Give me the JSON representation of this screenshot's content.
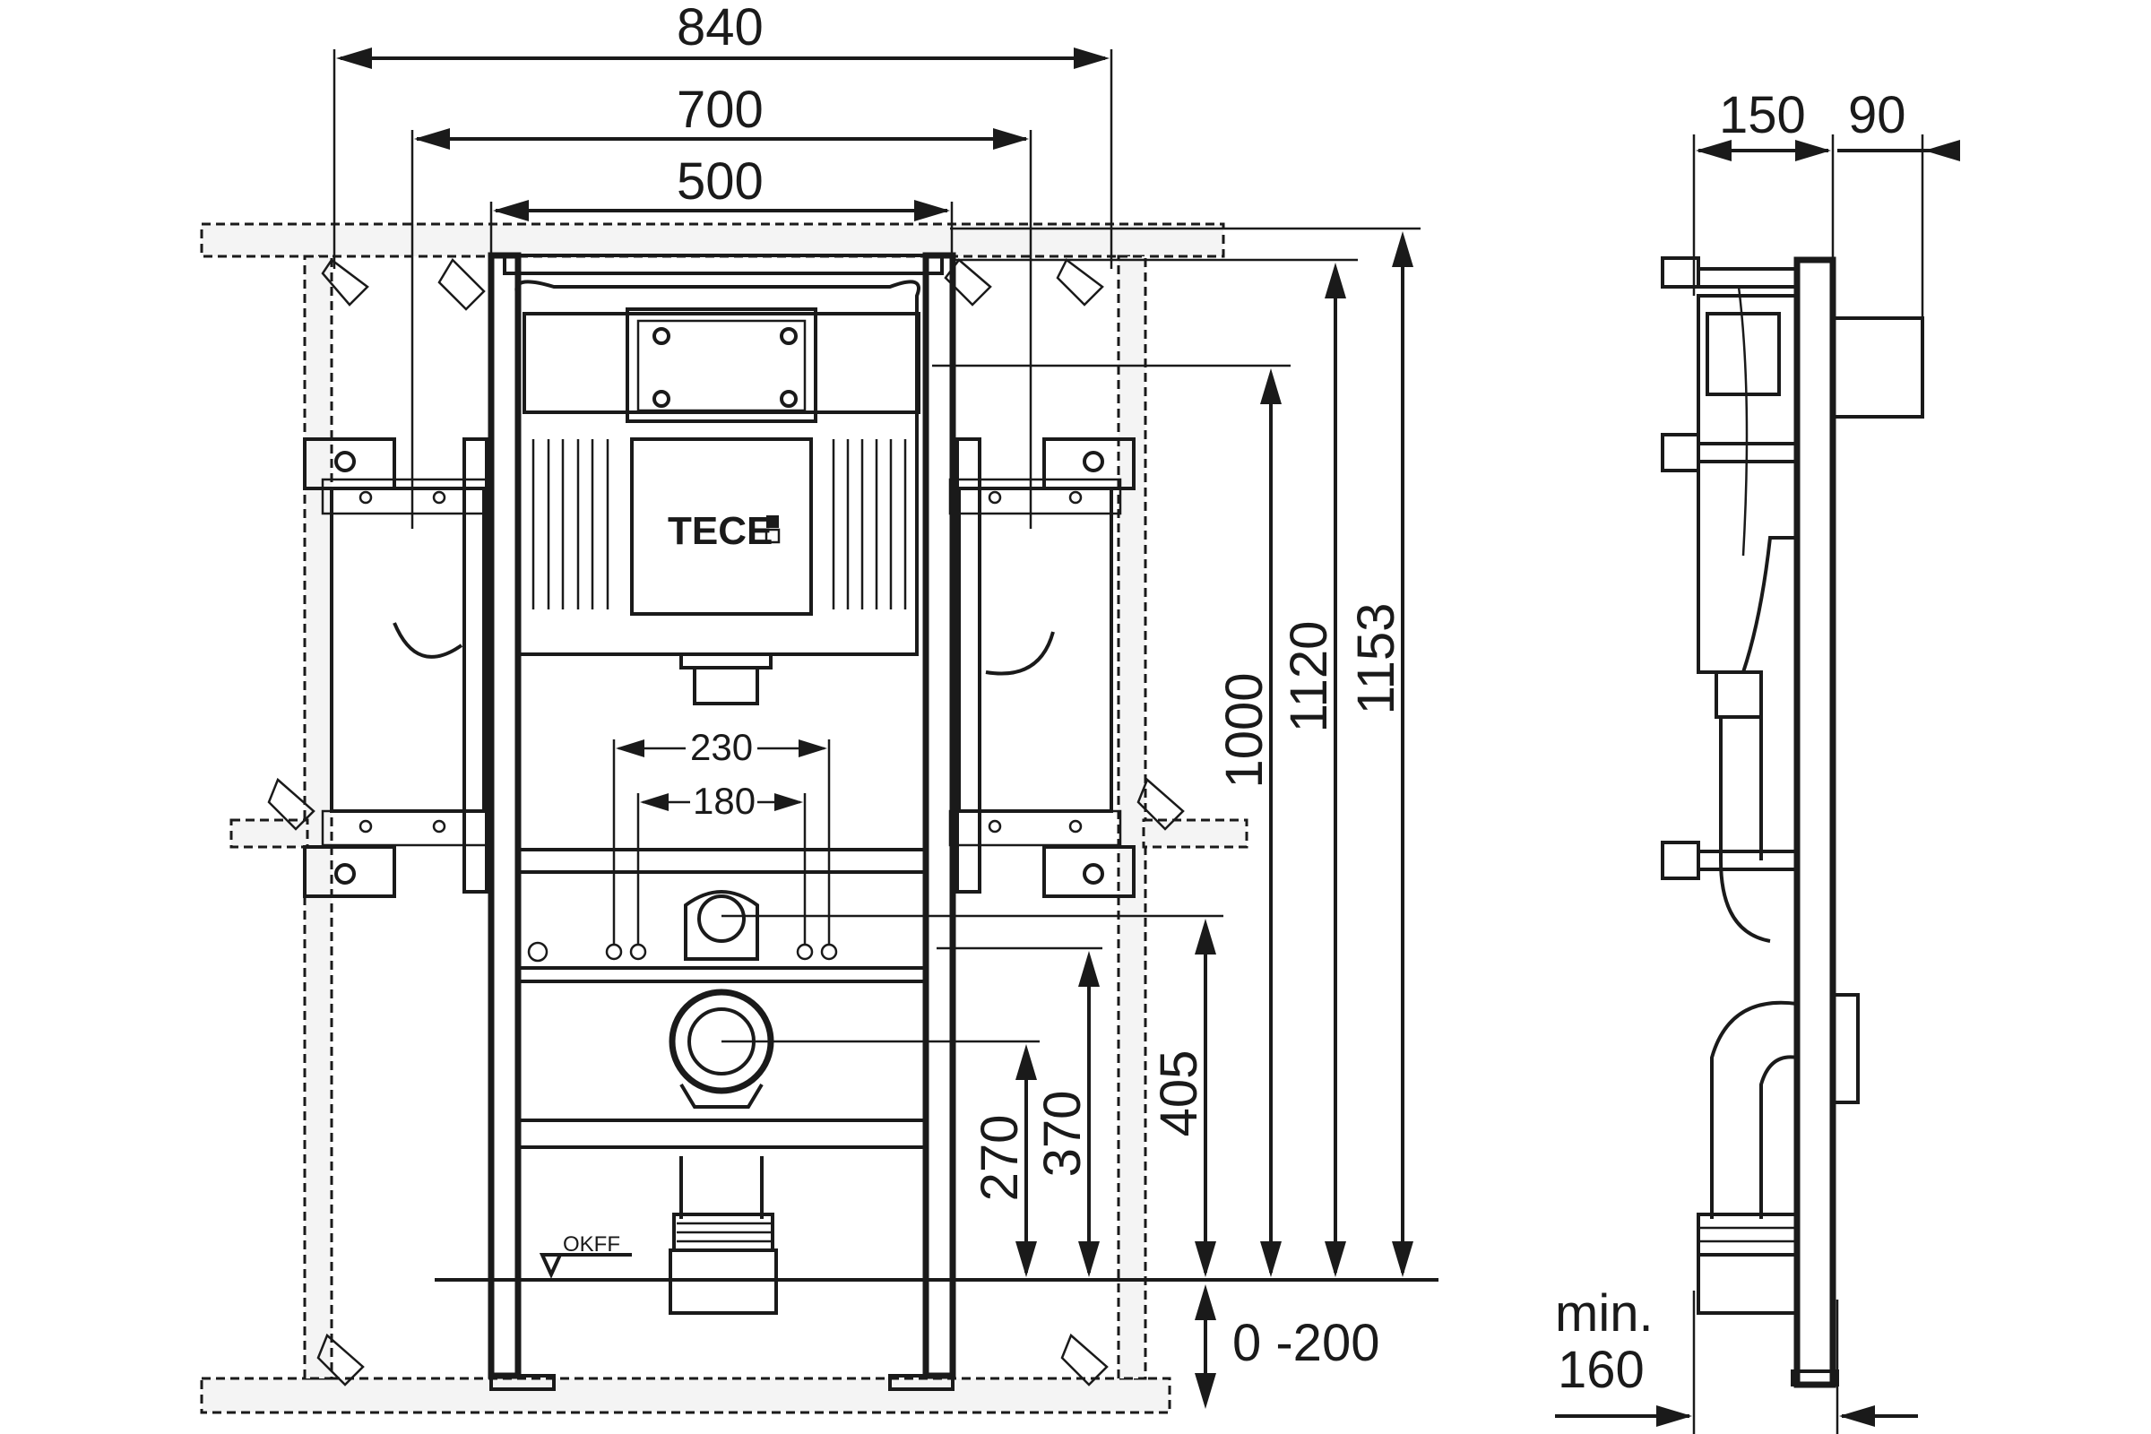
{
  "front_view": {
    "width_total": "840",
    "width_mid": "700",
    "width_frame": "500",
    "inlet_spacing_outer": "230",
    "inlet_spacing_inner": "180",
    "height_1153": "1153",
    "height_1120": "1120",
    "height_1000": "1000",
    "height_405": "405",
    "height_370": "370",
    "height_270": "270",
    "floor_range": "0 -200",
    "floor_label": "OKFF",
    "logo": "TECE"
  },
  "side_view": {
    "depth_frame": "150",
    "depth_panel": "90",
    "min_label": "min.",
    "min_value": "160"
  }
}
